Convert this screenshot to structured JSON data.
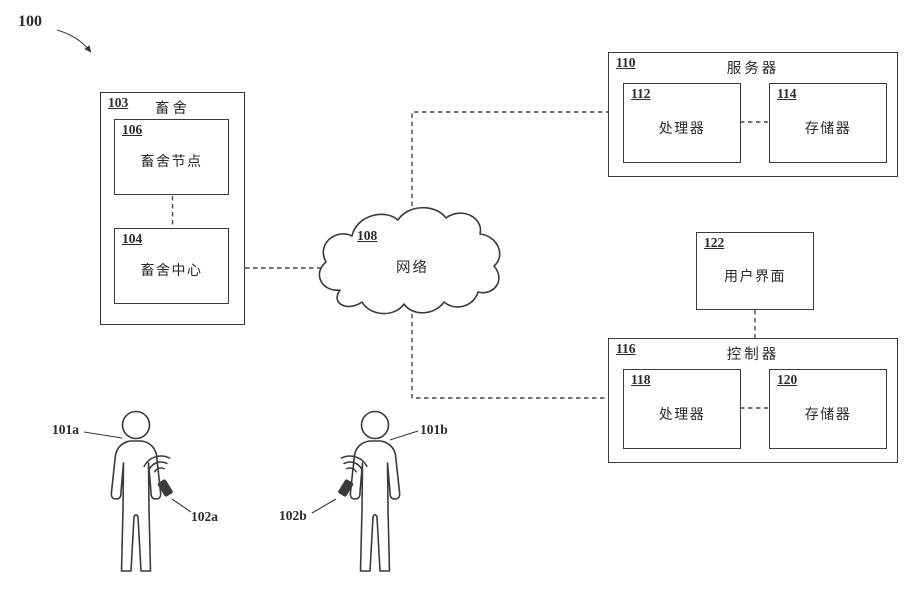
{
  "figure": {
    "ref": "100"
  },
  "barn": {
    "ref": "103",
    "title": "畜舍",
    "node": {
      "ref": "106",
      "label": "畜舍节点"
    },
    "center": {
      "ref": "104",
      "label": "畜舍中心"
    }
  },
  "network": {
    "ref": "108",
    "label": "网络"
  },
  "server": {
    "ref": "110",
    "title": "服务器",
    "processor": {
      "ref": "112",
      "label": "处理器"
    },
    "memory": {
      "ref": "114",
      "label": "存储器"
    }
  },
  "ui": {
    "ref": "122",
    "label": "用户界面"
  },
  "controller": {
    "ref": "116",
    "title": "控制器",
    "processor": {
      "ref": "118",
      "label": "处理器"
    },
    "memory": {
      "ref": "120",
      "label": "存储器"
    }
  },
  "users": {
    "person_a": {
      "ref": "101a"
    },
    "device_a": {
      "ref": "102a"
    },
    "person_b": {
      "ref": "101b"
    },
    "device_b": {
      "ref": "102b"
    }
  },
  "icons": {
    "network": "cloud-icon",
    "device": "smartphone-icon",
    "wireless": "wifi-waves-icon",
    "user": "person-icon"
  },
  "colors": {
    "line": "#3a3a3a",
    "text": "#2b2b2b",
    "background": "#ffffff"
  }
}
